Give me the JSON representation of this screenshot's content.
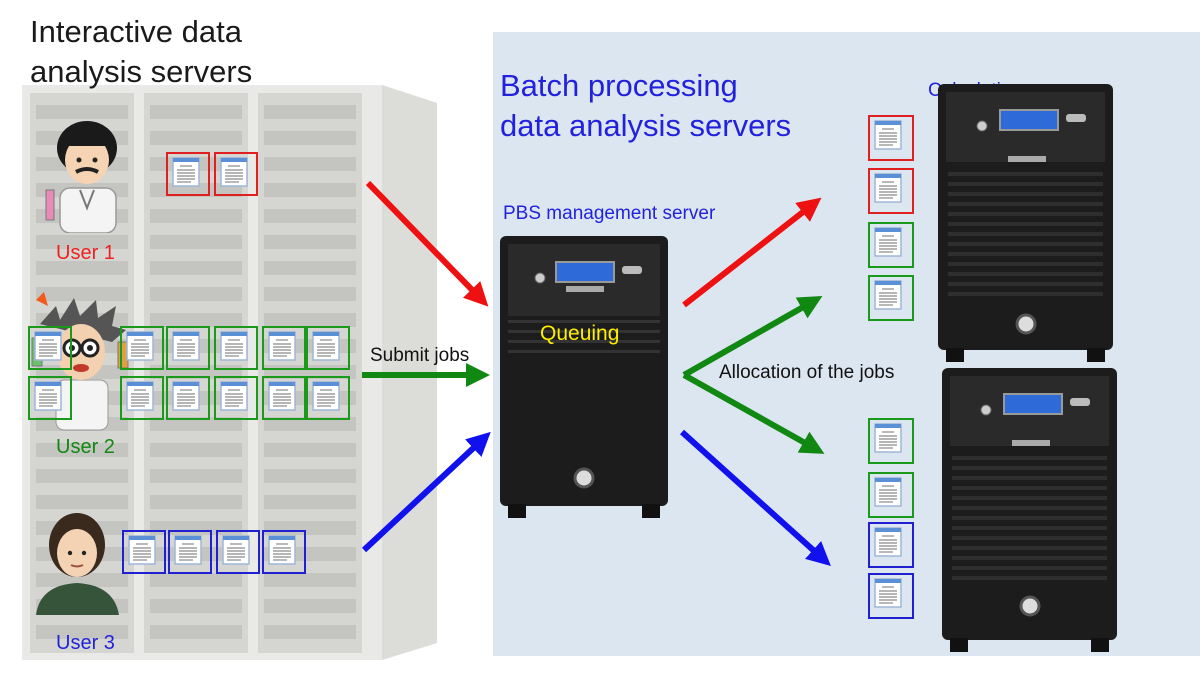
{
  "title_interactive": [
    "Interactive data",
    "analysis servers"
  ],
  "title_batch": [
    "Batch processing",
    "data analysis servers"
  ],
  "calc_servers_label": "Calculation servers",
  "pbs_label": "PBS management server",
  "queuing_label": "Queuing",
  "submit_label": "Submit jobs",
  "allocation_label": "Allocation of the jobs",
  "users": [
    {
      "label": "User 1",
      "color": "#ee2222"
    },
    {
      "label": "User 2",
      "color": "#118811"
    },
    {
      "label": "User 3",
      "color": "#2222dd"
    }
  ],
  "colors": {
    "red_job": "#e02020",
    "green_job": "#1a9a1a",
    "blue_job": "#2020d0",
    "batch_background": "#dce6f1",
    "server_body": "#1c1c1c"
  },
  "jobs": {
    "user1": [
      "red",
      "red"
    ],
    "user2": [
      "green",
      "green",
      "green",
      "green",
      "green",
      "green",
      "green",
      "green",
      "green",
      "green",
      "green",
      "green"
    ],
    "user3": [
      "blue",
      "blue",
      "blue",
      "blue"
    ],
    "queue": [
      "green",
      "green",
      "green",
      "green",
      "green",
      "green",
      "green",
      "green",
      "green",
      "green",
      "blue",
      "blue"
    ],
    "calc_server_1": [
      "red",
      "red",
      "green",
      "green"
    ],
    "calc_server_2": [
      "green",
      "green",
      "blue",
      "blue"
    ]
  }
}
